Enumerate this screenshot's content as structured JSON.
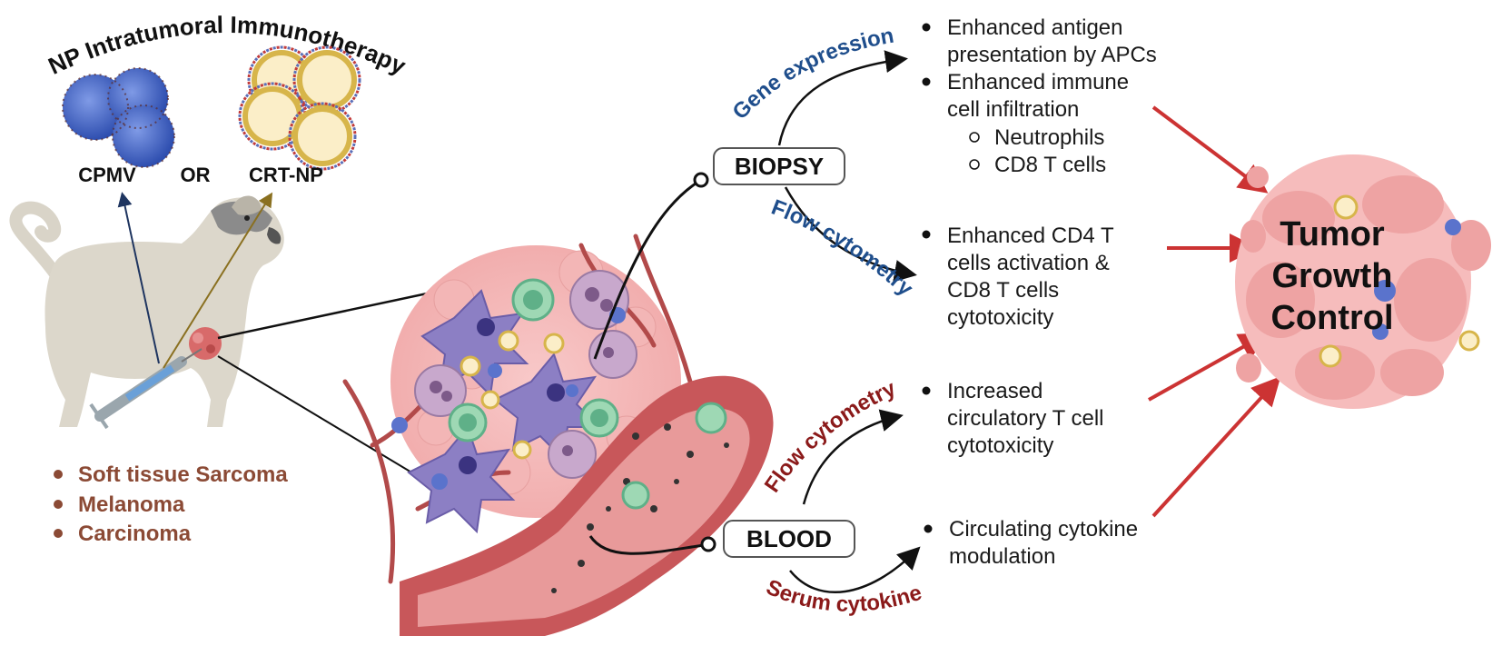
{
  "title": "NP Intratumoral Immunotherapy",
  "nanoparticles": {
    "left_label": "CPMV",
    "or_label": "OR",
    "right_label": "CRT-NP"
  },
  "tumor_types": [
    "Soft tissue Sarcoma",
    "Melanoma",
    "Carcinoma"
  ],
  "sampling": {
    "biopsy_label": "BIOPSY",
    "blood_label": "BLOOD"
  },
  "assays": {
    "gene_expression": "Gene expression",
    "flow_cytometry_biopsy": "Flow cytometry",
    "flow_cytometry_blood": "Flow cytometry",
    "serum_cytokine": "Serum cytokine"
  },
  "findings": {
    "gene": {
      "item1": [
        "Enhanced antigen",
        "presentation by APCs"
      ],
      "item2": [
        "Enhanced immune",
        "cell infiltration"
      ],
      "subitems": [
        "Neutrophils",
        "CD8 T cells"
      ]
    },
    "flow_biopsy": [
      "Enhanced CD4 T",
      "cells activation &",
      "CD8 T cells",
      "cytotoxicity"
    ],
    "flow_blood": [
      "Increased",
      "circulatory T cell",
      "cytotoxicity"
    ],
    "serum": [
      "Circulating cytokine",
      "modulation"
    ]
  },
  "outcome": [
    "Tumor",
    "Growth",
    "Control"
  ],
  "colors": {
    "blue_label": "#1f4e8c",
    "red_label": "#8b1a1a",
    "tumor_text": "#8b4a35",
    "arrow_red": "#cc3333",
    "cpmv_blue": "#3f63c4",
    "vessel_red": "#c8575a"
  }
}
